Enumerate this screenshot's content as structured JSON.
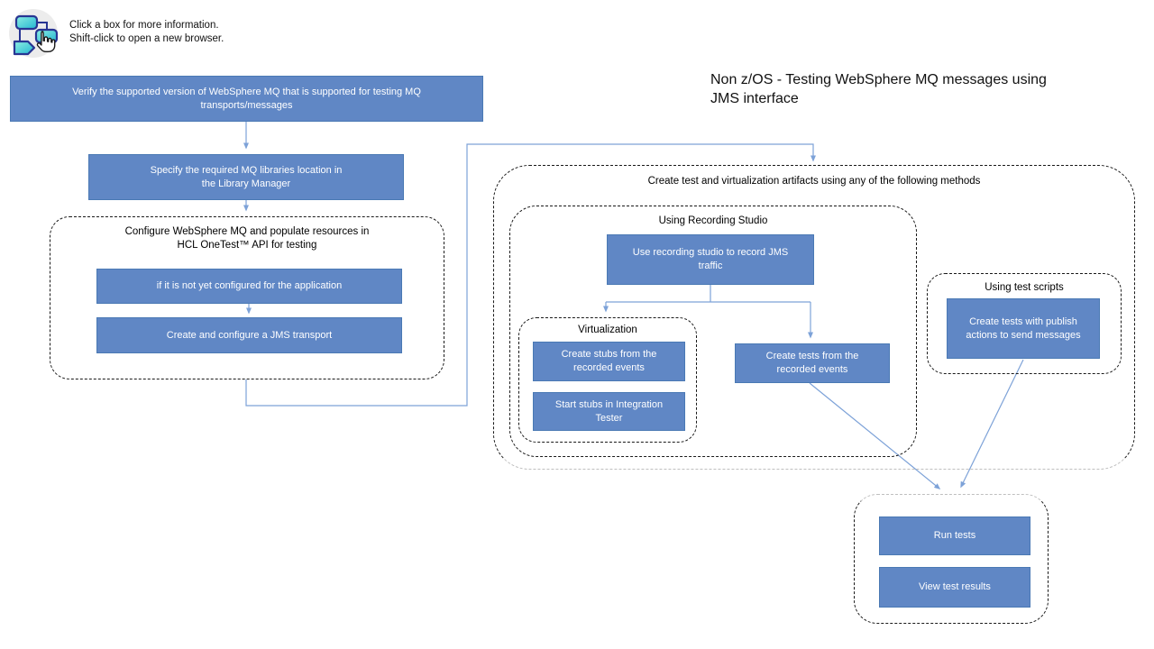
{
  "header": {
    "icon": "flowchart-hand-click-icon",
    "line1": "Click a box for more information.",
    "line2": "Shift-click to open a new browser."
  },
  "title": "Non z/OS - Testing WebSphere MQ messages using\nJMS interface",
  "groups": {
    "configure": {
      "label": "Configure WebSphere MQ and populate resources in\nHCL OneTest™ API for testing"
    },
    "artifacts": {
      "label": "Create test and virtualization artifacts using any of the following methods"
    },
    "recording_studio": {
      "label": "Using Recording Studio"
    },
    "virtualization": {
      "label": "Virtualization"
    },
    "test_scripts": {
      "label": "Using test scripts"
    }
  },
  "nodes": {
    "verify_version": "Verify the supported version of WebSphere MQ that is supported for testing MQ\ntransports/messages",
    "specify_libraries": "Specify the required MQ libraries location in\nthe Library Manager",
    "not_configured": "if it is not yet configured for the application",
    "create_jms_transport": "Create and configure a JMS transport",
    "use_recording_studio": "Use recording studio to record JMS\ntraffic",
    "create_stubs": "Create stubs from the\nrecorded events",
    "start_stubs": "Start stubs in Integration\nTester",
    "create_tests_recorded": "Create tests from the\nrecorded events",
    "create_tests_publish": "Create tests with publish\nactions to send messages",
    "run_tests": "Run tests",
    "view_test_results": "View test results"
  },
  "colors": {
    "box_fill": "#6087C5",
    "box_border": "#4A79B4",
    "box_text": "#FFFFFF",
    "connector": "#7DA2D8",
    "dash": "#1A1A1A",
    "dash_faded": "#BFBFBF",
    "label_color": "#000000",
    "title_color": "#111111"
  }
}
